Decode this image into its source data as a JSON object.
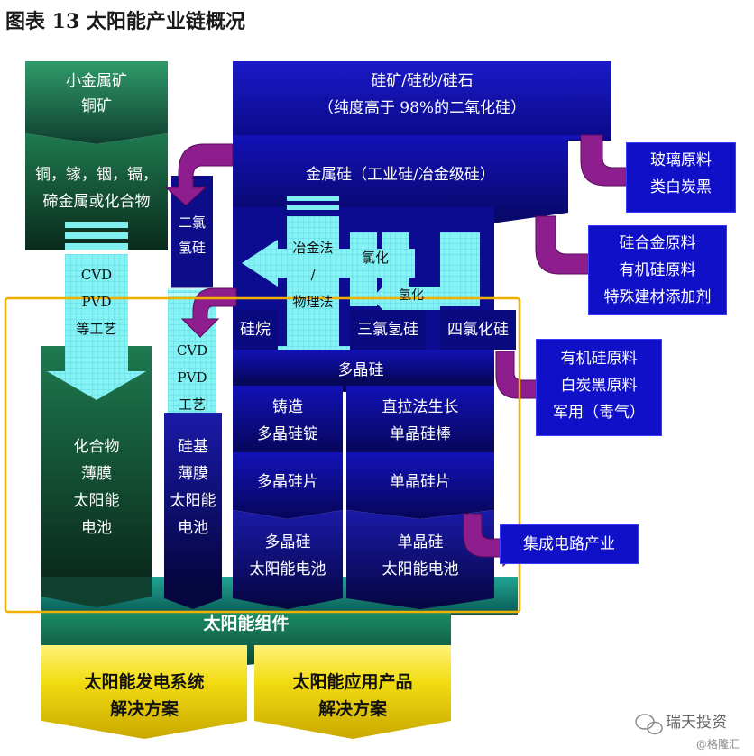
{
  "title": "图表 13    太阳能产业链概况",
  "left_column": {
    "ore_line1": "小金属矿",
    "ore_line2": "铜矿",
    "metals_line1": "铜，镓，铟，镉，",
    "metals_line2": "碲金属或化合物",
    "process_line1": "CVD",
    "process_line2": "PVD",
    "process_line3": "等工艺",
    "cell_line1": "化合物",
    "cell_line2": "薄膜",
    "cell_line3": "太阳能",
    "cell_line4": "电池"
  },
  "second_column": {
    "gas_line1": "二氯",
    "gas_line2": "氢硅",
    "process_line1": "CVD",
    "process_line2": "PVD",
    "process_line3": "工艺",
    "cell_line1": "硅基",
    "cell_line2": "薄膜",
    "cell_line3": "太阳能",
    "cell_line4": "电池"
  },
  "silicon_chain": {
    "ore_line1": "硅矿/硅砂/硅石",
    "ore_line2": "（纯度高于 98%的二氧化硅）",
    "metal_silicon": "金属硅（工业硅/冶金级硅）",
    "method_line1": "冶金法",
    "method_line2": "/",
    "method_line3": "物理法",
    "chlorination": "氯化",
    "hydrogenation": "氢化",
    "silane": "硅烷",
    "trichlorosilane": "三氯氢硅",
    "tetrachlorosilane": "四氯化硅",
    "polysilicon": "多晶硅",
    "casting_line1": "铸造",
    "casting_line2": "多晶硅锭",
    "czochralski_line1": "直拉法生长",
    "czochralski_line2": "单晶硅棒",
    "poly_wafer": "多晶硅片",
    "mono_wafer": "单晶硅片",
    "poly_cell_line1": "多晶硅",
    "poly_cell_line2": "太阳能电池",
    "mono_cell_line1": "单晶硅",
    "mono_cell_line2": "太阳能电池"
  },
  "module": "太阳能组件",
  "bottom": {
    "left_line1": "太阳能发电系统",
    "left_line2": "解决方案",
    "right_line1": "太阳能应用产品",
    "right_line2": "解决方案"
  },
  "side_outputs": {
    "glass_line1": "玻璃原料",
    "glass_line2": "类白炭黑",
    "alloy_line1": "硅合金原料",
    "alloy_line2": "有机硅原料",
    "alloy_line3": "特殊建材添加剂",
    "organic_line1": "有机硅原料",
    "organic_line2": "白炭黑原料",
    "organic_line3": "军用（毒气）",
    "ic": "集成电路产业"
  },
  "watermark": {
    "brand": "瑞天投资",
    "source": "@格隆汇"
  },
  "colors": {
    "navy": "#0b0b9a",
    "deep_blue": "#080870",
    "green": "#1f7a55",
    "teal": "#1a8a7a",
    "yellow": "#f0d400",
    "purple_arrow": "#8a1a8a",
    "cyan": "#7ff0f0",
    "highlight_frame": "#f0b000"
  }
}
